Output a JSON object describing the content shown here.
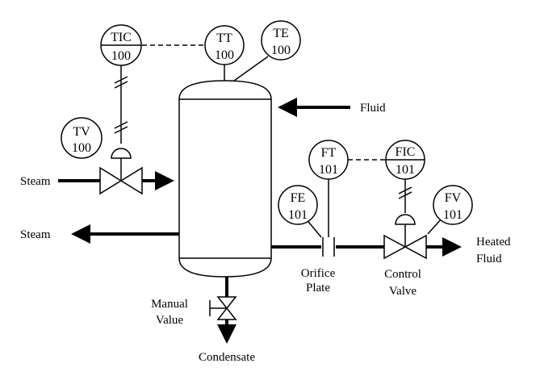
{
  "instruments": {
    "tic": {
      "tag": "TIC",
      "number": "100"
    },
    "tt": {
      "tag": "TT",
      "number": "100"
    },
    "te": {
      "tag": "TE",
      "number": "100"
    },
    "tv": {
      "tag": "TV",
      "number": "100"
    },
    "ft": {
      "tag": "FT",
      "number": "101"
    },
    "fic": {
      "tag": "FIC",
      "number": "101"
    },
    "fe": {
      "tag": "FE",
      "number": "101"
    },
    "fv": {
      "tag": "FV",
      "number": "101"
    }
  },
  "labels": {
    "steam_in": "Steam",
    "steam_out": "Steam",
    "fluid": "Fluid",
    "heated_fluid_line1": "Heated",
    "heated_fluid_line2": "Fluid",
    "orifice_line1": "Orifice",
    "orifice_line2": "Plate",
    "control_line1": "Control",
    "control_line2": "Valve",
    "manual_line1": "Manual",
    "manual_line2": "Value",
    "condensate": "Condensate"
  }
}
